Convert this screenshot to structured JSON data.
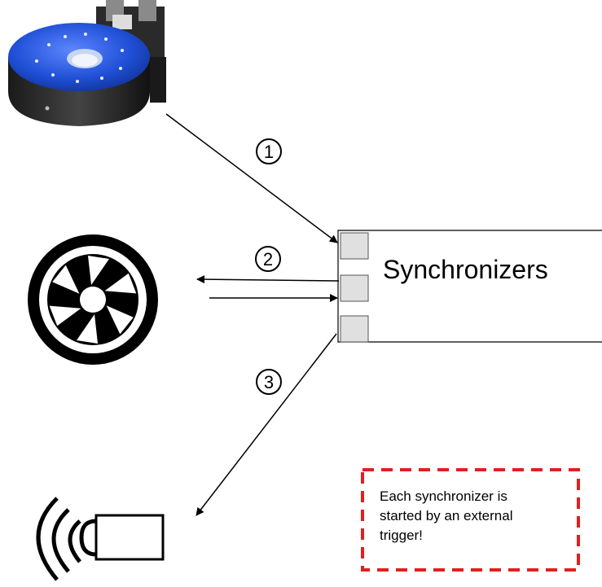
{
  "synchronizer": {
    "title": "Synchronizers",
    "ports": [
      "port-1",
      "port-2",
      "port-3"
    ]
  },
  "steps": [
    {
      "number": "1"
    },
    {
      "number": "2"
    },
    {
      "number": "3"
    }
  ],
  "note": {
    "lines": [
      "Each synchronizer is",
      "started by an external",
      "trigger!"
    ]
  },
  "colors": {
    "stage_blue": "#1f4fd6",
    "note_border": "#e02020",
    "port_fill": "#e0e0e0"
  },
  "icons": {
    "rotation_stage": "rotation-stage-icon",
    "camera_shutter": "camera-shutter-icon",
    "detector": "wireless-detector-icon"
  }
}
